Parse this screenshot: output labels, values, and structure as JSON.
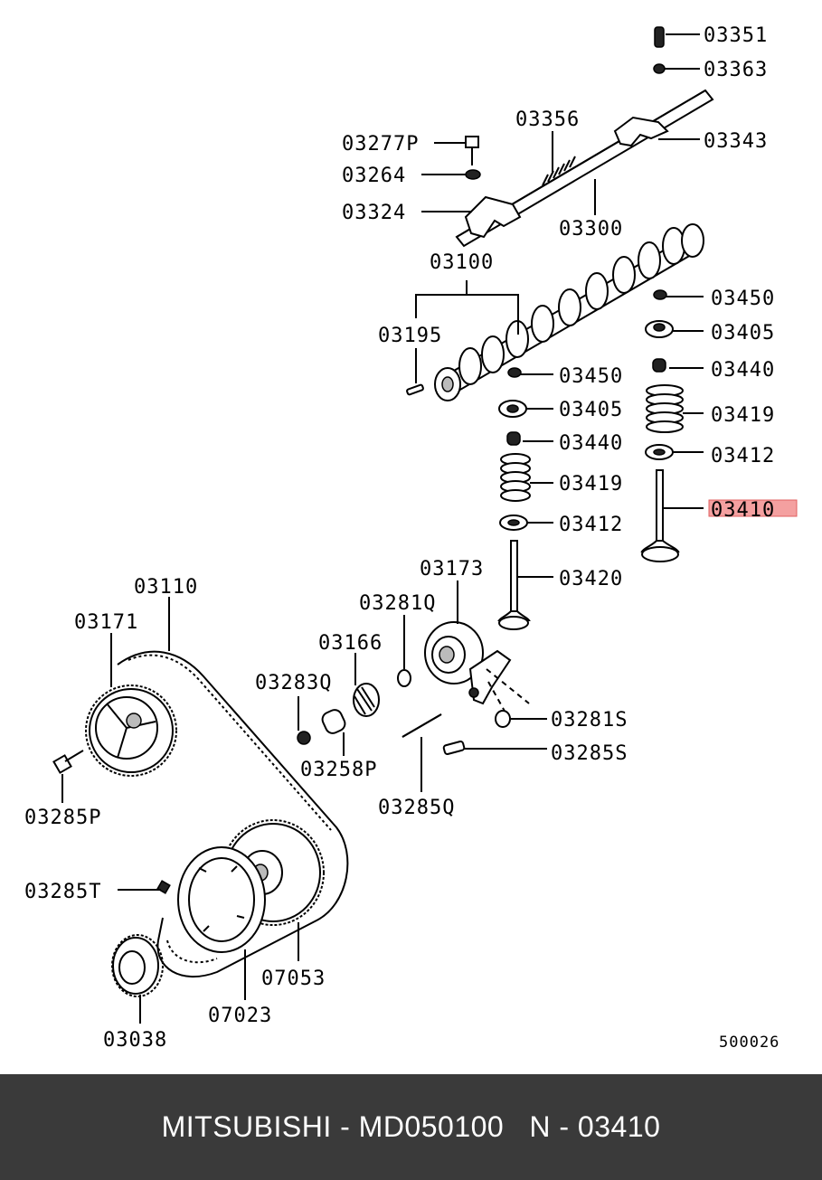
{
  "labels": {
    "l03351": "03351",
    "l03363": "03363",
    "l03356": "03356",
    "l03277P": "03277P",
    "l03343": "03343",
    "l03264": "03264",
    "l03324": "03324",
    "l03300": "03300",
    "l03100": "03100",
    "l03450a": "03450",
    "l03405a": "03405",
    "l03195": "03195",
    "l03440a": "03440",
    "l03450b": "03450",
    "l03419a": "03419",
    "l03405b": "03405",
    "l03412a": "03412",
    "l03440b": "03440",
    "l03410": "03410",
    "l03419b": "03419",
    "l03412b": "03412",
    "l03173": "03173",
    "l03420": "03420",
    "l03110": "03110",
    "l03281Q": "03281Q",
    "l03171": "03171",
    "l03166": "03166",
    "l03283Q": "03283Q",
    "l03281S": "03281S",
    "l03285S": "03285S",
    "l03258P": "03258P",
    "l03285P": "03285P",
    "l03285Q": "03285Q",
    "l03285T": "03285T",
    "l07053": "07053",
    "l07023": "07023",
    "l03038": "03038"
  },
  "diagram_id": "500026",
  "highlight": {
    "part": "03410",
    "color": "#f4a0a0"
  },
  "footer": {
    "text": "MITSUBISHI - MD050100   N - 03410"
  }
}
